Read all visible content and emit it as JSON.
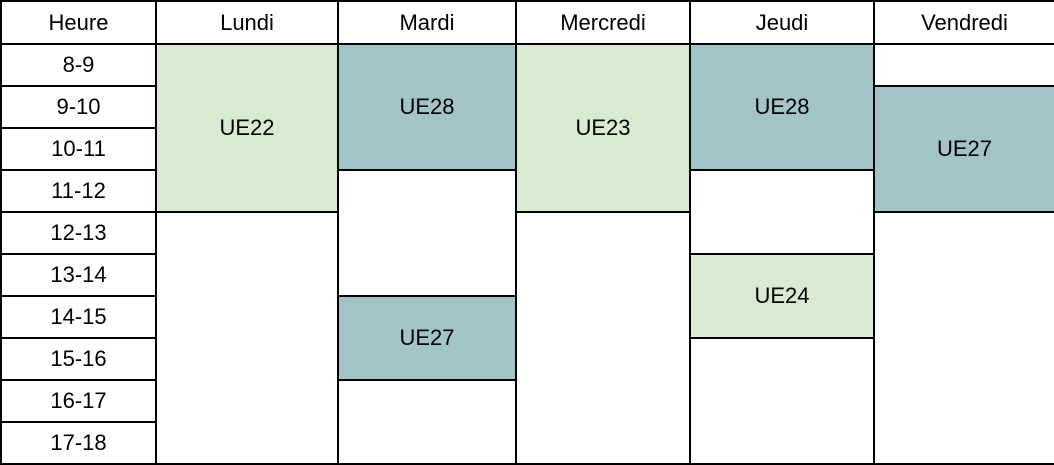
{
  "headers": [
    "Heure",
    "Lundi",
    "Mardi",
    "Mercredi",
    "Jeudi",
    "Vendredi"
  ],
  "hours": [
    "8-9",
    "9-10",
    "10-11",
    "11-12",
    "12-13",
    "13-14",
    "14-15",
    "15-16",
    "16-17",
    "17-18"
  ],
  "courses": {
    "lundi_1": "UE22",
    "mardi_1": "UE28",
    "mardi_2": "UE27",
    "mercredi_1": "UE23",
    "jeudi_1": "UE28",
    "jeudi_2": "UE24",
    "vendredi_1": "UE27"
  },
  "colors": {
    "light_green": "#d9ead3",
    "slate_blue": "#a2c4c9",
    "border": "#000000"
  }
}
